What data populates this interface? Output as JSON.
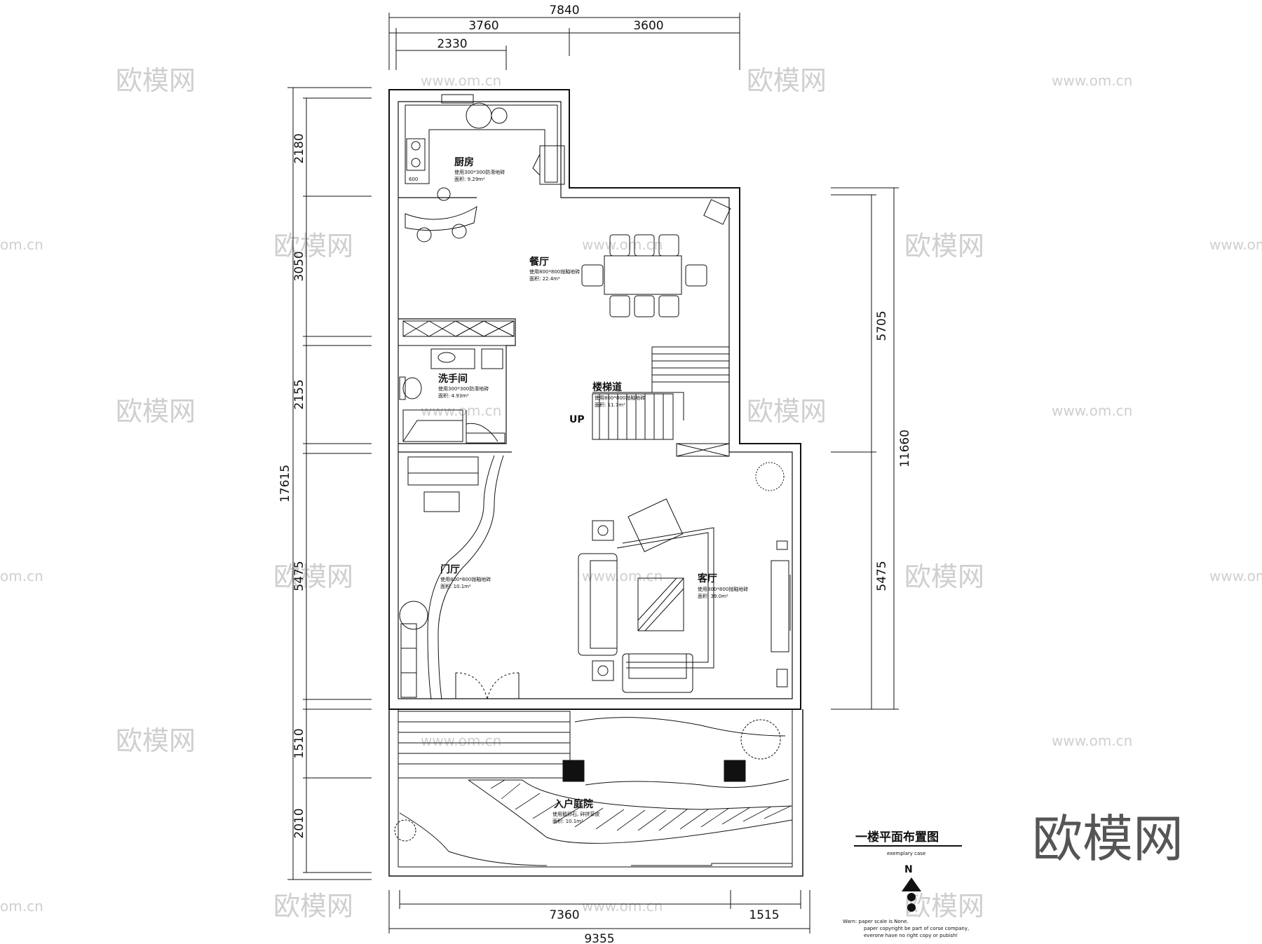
{
  "dimensions": {
    "top_total": "7840",
    "top_left": "3760",
    "top_right": "3600",
    "top_inner": "2330",
    "left_total": "17615",
    "left_segments": [
      "2180",
      "3050",
      "2155",
      "5475",
      "1510",
      "2010"
    ],
    "right_total": "11660",
    "right_upper": "5705",
    "right_lower": "5475",
    "bottom_total": "9355",
    "bottom_left": "7360",
    "bottom_right": "1515"
  },
  "rooms": {
    "kitchen": {
      "name": "厨房",
      "note1": "使用300*300防滑地砖",
      "note2": "面积: 9.29m²"
    },
    "dining": {
      "name": "餐厅",
      "note1": "使用800*800抛釉地砖",
      "note2": "面积: 22.4m²"
    },
    "washroom": {
      "name": "洗手间",
      "note1": "使用300*300防滑地砖",
      "note2": "面积: 4.93m²"
    },
    "stairway": {
      "name": "楼梯道",
      "note1": "使用800*800抛釉地砖",
      "note2": "面积: 11.7m²",
      "up": "UP"
    },
    "foyer": {
      "name": "门厅",
      "note1": "使用800*800抛釉地砖",
      "note2": "面积: 10.1m²"
    },
    "living": {
      "name": "客厅",
      "note1": "使用800*800抛釉地砖",
      "note2": "面积: 39.0m²"
    },
    "courtyard": {
      "name": "入户庭院",
      "note1": "使用鹅卵石, 碎拼草皮",
      "note2": "面积: 10.1m²"
    },
    "kitchen_counter": "600"
  },
  "title_block": {
    "title": "一楼平面布置图",
    "subtitle": "exemplary case",
    "north": "N",
    "warn1": "Warn: paper scale is None.",
    "warn2": "paper copyright be part of corse company,",
    "warn3": "everone have no right copy or pubish!"
  },
  "watermark": {
    "logo": "欧模网",
    "url": "www.om.cn",
    "url_short": "om.cn"
  }
}
